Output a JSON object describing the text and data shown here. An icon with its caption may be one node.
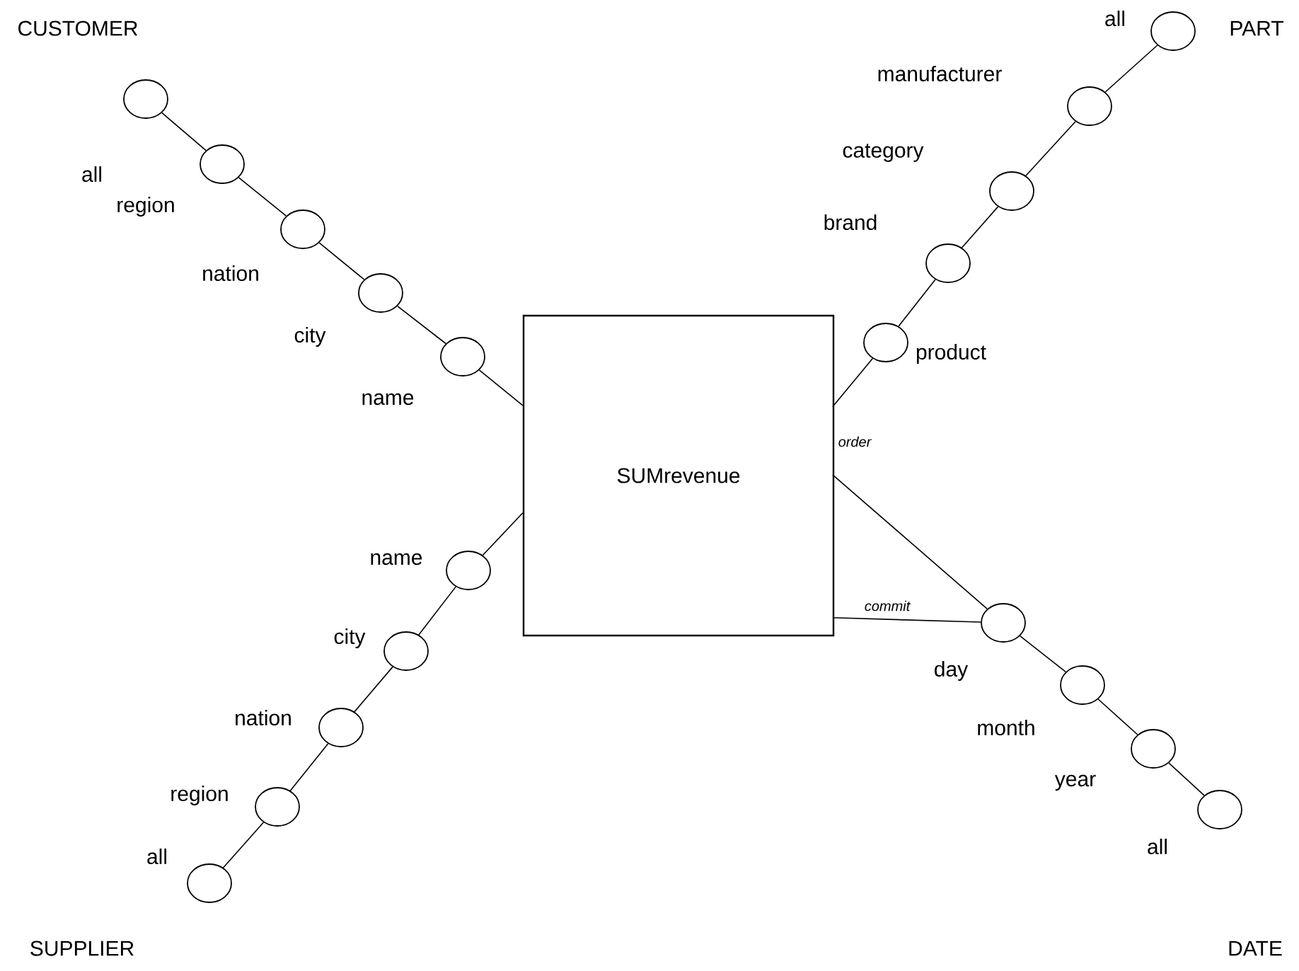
{
  "diagram": {
    "nodes": [
      {
        "text": [
          "SUMrevenue"
        ]
      },
      {
        "text": [],
        "shape": "circle",
        "beside": [
          "all"
        ]
      },
      {
        "text": [],
        "shape": "circle",
        "beside": [
          "region"
        ]
      },
      {
        "text": [],
        "shape": "circle",
        "beside": [
          "nation"
        ]
      },
      {
        "text": [],
        "shape": "circle",
        "beside": [
          "city"
        ]
      },
      {
        "text": [],
        "shape": "circle",
        "beside": [
          "name"
        ]
      },
      {
        "text": [],
        "shape": "circle",
        "beside": [
          "all"
        ]
      },
      {
        "text": [],
        "shape": "circle",
        "beside": [
          "manufacturer"
        ]
      },
      {
        "text": [],
        "shape": "circle",
        "beside": [
          "category"
        ]
      },
      {
        "text": [],
        "shape": "circle",
        "beside": [
          "brand"
        ]
      },
      {
        "text": [],
        "shape": "circle",
        "beside": [
          "product"
        ]
      },
      {
        "text": [],
        "shape": "circle",
        "beside": [
          "name"
        ]
      },
      {
        "text": [],
        "shape": "circle",
        "beside": [
          "city"
        ]
      },
      {
        "text": [],
        "shape": "circle",
        "beside": [
          "nation"
        ]
      },
      {
        "text": [],
        "shape": "circle",
        "beside": [
          "region"
        ]
      },
      {
        "text": [],
        "shape": "circle",
        "beside": [
          "all"
        ]
      },
      {
        "text": [],
        "shape": "circle",
        "beside": [
          "day"
        ]
      },
      {
        "text": [],
        "shape": "circle",
        "beside": [
          "month"
        ]
      },
      {
        "text": [],
        "shape": "circle",
        "beside": [
          "year"
        ]
      },
      {
        "text": [],
        "shape": "circle",
        "beside": [
          "all"
        ]
      }
    ],
    "edges": [
      {
        "from": 0,
        "to": 5,
        "arrow": "none"
      },
      {
        "from": 5,
        "to": 4,
        "arrow": "none"
      },
      {
        "from": 4,
        "to": 3,
        "arrow": "none"
      },
      {
        "from": 3,
        "to": 2,
        "arrow": "none"
      },
      {
        "from": 2,
        "to": 1,
        "arrow": "none"
      },
      {
        "from": 0,
        "to": 10,
        "arrow": "none"
      },
      {
        "from": 10,
        "to": 9,
        "arrow": "none"
      },
      {
        "from": 9,
        "to": 8,
        "arrow": "none"
      },
      {
        "from": 8,
        "to": 7,
        "arrow": "none"
      },
      {
        "from": 7,
        "to": 6,
        "arrow": "none"
      },
      {
        "from": 0,
        "to": 11,
        "arrow": "none"
      },
      {
        "from": 11,
        "to": 12,
        "arrow": "none"
      },
      {
        "from": 12,
        "to": 13,
        "arrow": "none"
      },
      {
        "from": 13,
        "to": 14,
        "arrow": "none"
      },
      {
        "from": 14,
        "to": 15,
        "arrow": "none"
      },
      {
        "from": 0,
        "to": 16,
        "arrow": "none",
        "label": "order"
      },
      {
        "from": 0,
        "to": 16,
        "arrow": "none",
        "label": "commit"
      },
      {
        "from": 16,
        "to": 17,
        "arrow": "none"
      },
      {
        "from": 17,
        "to": 18,
        "arrow": "none"
      },
      {
        "from": 18,
        "to": 19,
        "arrow": "none"
      }
    ],
    "labels": [
      "CUSTOMER",
      "PART",
      "SUPPLIER",
      "DATE"
    ]
  }
}
